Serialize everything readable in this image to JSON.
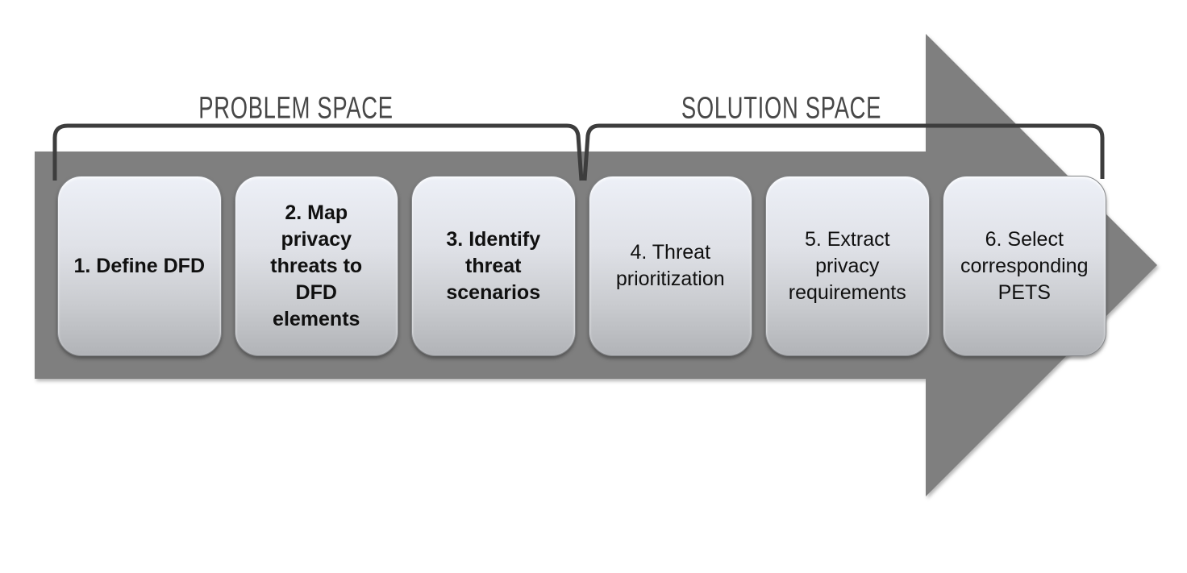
{
  "diagram": {
    "problem_space_label": "PROBLEM SPACE",
    "solution_space_label": "SOLUTION SPACE",
    "steps": [
      {
        "label": "1. Define DFD",
        "bold": true,
        "space": "problem"
      },
      {
        "label": "2. Map\nprivacy\nthreats to\nDFD\nelements",
        "bold": true,
        "space": "problem"
      },
      {
        "label": "3. Identify\nthreat\nscenarios",
        "bold": true,
        "space": "problem"
      },
      {
        "label": "4. Threat\nprioritization",
        "bold": false,
        "space": "solution"
      },
      {
        "label": "5. Extract\nprivacy\nrequirements",
        "bold": false,
        "space": "solution"
      },
      {
        "label": "6. Select\ncorresponding\nPETS",
        "bold": false,
        "space": "solution"
      }
    ],
    "colors": {
      "arrow": "#7f7f7f",
      "bracket": "#3d3d3d",
      "space_label_text": "#474747",
      "step_text": "#101010",
      "box_top": "#edf0f7",
      "box_bottom": "#b1b3b7"
    }
  }
}
